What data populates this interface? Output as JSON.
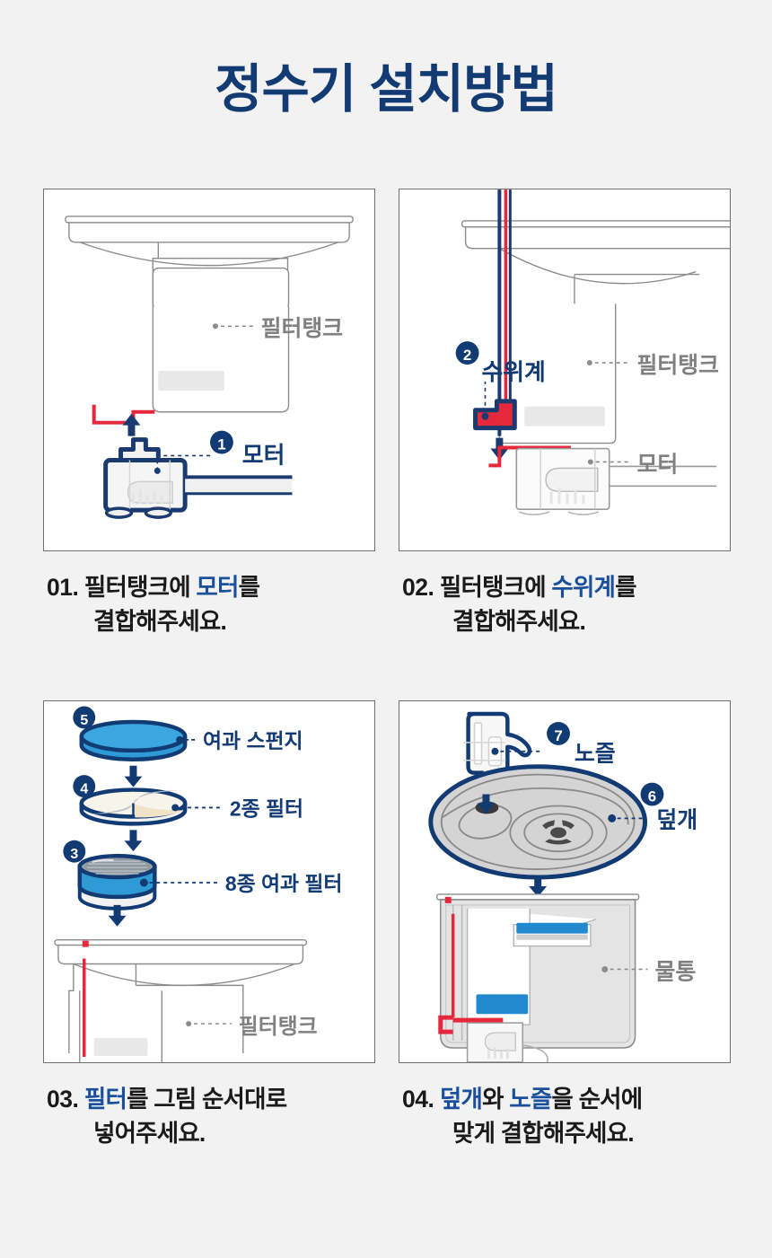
{
  "page": {
    "title": "정수기 설치방법",
    "background_color": "#f2f2f2",
    "title_color": "#123b74"
  },
  "colors": {
    "navy": "#123b74",
    "navy_line": "#1a3a70",
    "accent_blue": "#1a4f9c",
    "red": "#e5283c",
    "sponge_blue": "#2e9ad6",
    "water_blue": "#2389cf",
    "gray_label": "#808080",
    "panel_border": "#707070",
    "part_gray": "#d9d9d9"
  },
  "steps": [
    {
      "id": "step-01",
      "number": "01.",
      "caption_line1_pre": "필터탱크에 ",
      "caption_line1_hl": "모터",
      "caption_line1_post": "를",
      "caption_line2": "결합해주세요.",
      "markers": [
        {
          "badge": "❶",
          "label": "모터",
          "label_color": "navy"
        }
      ],
      "labels": [
        {
          "text": "필터탱크",
          "color": "gray"
        }
      ]
    },
    {
      "id": "step-02",
      "number": "02.",
      "caption_line1_pre": "필터탱크에 ",
      "caption_line1_hl": "수위계",
      "caption_line1_post": "를",
      "caption_line2": "결합해주세요.",
      "markers": [
        {
          "badge": "❷",
          "label": "수위계",
          "label_color": "navy"
        }
      ],
      "labels": [
        {
          "text": "필터탱크",
          "color": "gray"
        },
        {
          "text": "모터",
          "color": "gray"
        }
      ]
    },
    {
      "id": "step-03",
      "number": "03.",
      "caption_line1_pre": "",
      "caption_line1_hl": "필터",
      "caption_line1_post": "를 그림 순서대로",
      "caption_line2": "넣어주세요.",
      "markers": [
        {
          "badge": "❺",
          "label": "여과 스펀지",
          "label_color": "navy"
        },
        {
          "badge": "❹",
          "label": "2종 필터",
          "label_color": "navy"
        },
        {
          "badge": "❸",
          "label": "8종 여과 필터",
          "label_color": "navy"
        }
      ],
      "labels": [
        {
          "text": "필터탱크",
          "color": "gray"
        }
      ]
    },
    {
      "id": "step-04",
      "number": "04.",
      "caption_line1_pre": "",
      "caption_line1_hl": "덮개",
      "caption_line1_mid": "와 ",
      "caption_line1_hl2": "노즐",
      "caption_line1_post": "을 순서에",
      "caption_line2": "맞게 결합해주세요.",
      "markers": [
        {
          "badge": "❼",
          "label": "노즐",
          "label_color": "navy"
        },
        {
          "badge": "❻",
          "label": "덮개",
          "label_color": "navy"
        }
      ],
      "labels": [
        {
          "text": "물통",
          "color": "gray"
        }
      ]
    }
  ]
}
